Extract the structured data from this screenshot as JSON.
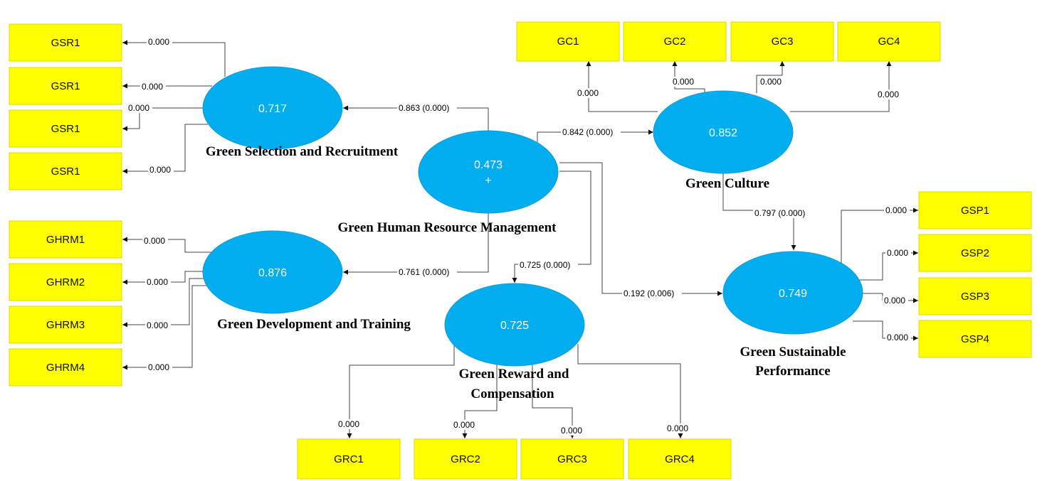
{
  "colors": {
    "indicator": "#ffff00",
    "construct": "#00aeef",
    "edge": "#444444"
  },
  "icons": {
    "expand": "plus-icon"
  },
  "constructs": [
    {
      "id": "gsr",
      "value": "0.717",
      "label": "Green Selection and Recruitment"
    },
    {
      "id": "ghrm",
      "value": "0.473",
      "label": "Green Human Resource Management",
      "expand": "+"
    },
    {
      "id": "gc",
      "value": "0.852",
      "label": "Green Culture"
    },
    {
      "id": "gdt",
      "value": "0.876",
      "label": "Green Development and Training"
    },
    {
      "id": "grc",
      "value": "0.725",
      "label_lines": [
        "Green Reward and",
        "Compensation"
      ]
    },
    {
      "id": "gsp",
      "value": "0.749",
      "label_lines": [
        "Green Sustainable",
        "Performance"
      ]
    }
  ],
  "indicators": {
    "gsr": [
      "GSR1",
      "GSR1",
      "GSR1",
      "GSR1"
    ],
    "gdt": [
      "GHRM1",
      "GHRM2",
      "GHRM3",
      "GHRM4"
    ],
    "gc": [
      "GC1",
      "GC2",
      "GC3",
      "GC4"
    ],
    "grc": [
      "GRC1",
      "GRC2",
      "GRC3",
      "GRC4"
    ],
    "gsp": [
      "GSP1",
      "GSP2",
      "GSP3",
      "GSP4"
    ]
  },
  "loadings": {
    "gsr": [
      "0.000",
      "0.000",
      "0.000",
      "0.000"
    ],
    "gdt": [
      "0.000",
      "0.000",
      "0.000",
      "0.000"
    ],
    "gc": [
      "0.000",
      "0.000",
      "0.000",
      "0.000"
    ],
    "grc": [
      "0.000",
      "0.000",
      "0.000",
      "0.000"
    ],
    "gsp": [
      "0.000",
      "0.000",
      "0.000",
      "0.000"
    ]
  },
  "paths": {
    "ghrm_gsr": "0.863 (0.000)",
    "ghrm_gdt": "0.761 (0.000)",
    "ghrm_gc": "0.842 (0.000)",
    "ghrm_grc": "0.725 (0.000)",
    "ghrm_gsp": "0.192 (0.006)",
    "gc_gsp": "0.797 (0.000)"
  }
}
